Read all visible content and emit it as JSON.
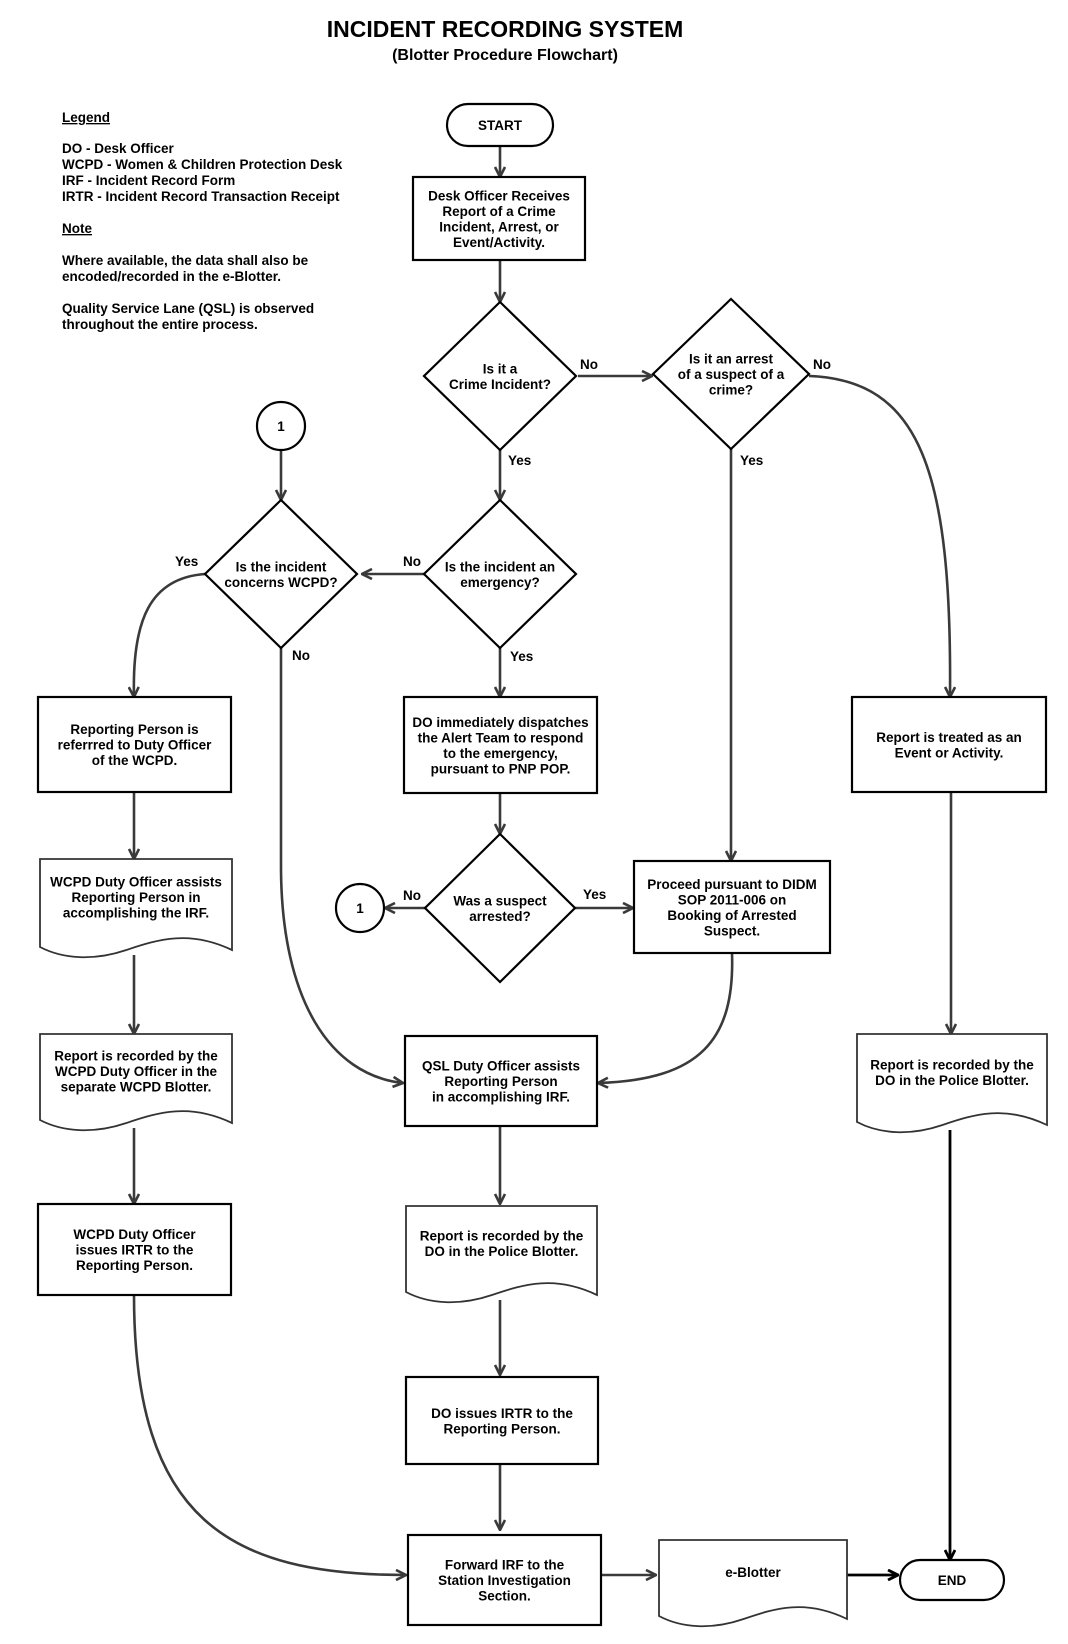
{
  "header": {
    "title": "INCIDENT RECORDING SYSTEM",
    "subtitle": "(Blotter Procedure Flowchart)"
  },
  "legend": {
    "heading": "Legend",
    "items": [
      "DO - Desk Officer",
      "WCPD - Women & Children Protection Desk",
      "IRF - Incident Record Form",
      "IRTR - Incident Record Transaction Receipt"
    ],
    "note_heading": "Note",
    "notes": [
      [
        "Where available, the data shall also be",
        "encoded/recorded in the e-Blotter."
      ],
      [
        "Quality Service Lane (QSL) is observed",
        "throughout the entire process."
      ]
    ]
  },
  "nodes": {
    "start": {
      "type": "terminal",
      "lines": [
        "START"
      ]
    },
    "receive": {
      "type": "process",
      "lines": [
        "Desk Officer Receives",
        "Report of a Crime",
        "Incident, Arrest, or",
        "Event/Activity."
      ]
    },
    "is_crime": {
      "type": "decision",
      "lines": [
        "Is it a",
        "Crime Incident?"
      ]
    },
    "is_arrest": {
      "type": "decision",
      "lines": [
        "Is it an arrest",
        "of a suspect of a",
        "crime?"
      ]
    },
    "is_emergency": {
      "type": "decision",
      "lines": [
        "Is the incident an",
        "emergency?"
      ]
    },
    "is_wcpd": {
      "type": "decision",
      "lines": [
        "Is the incident",
        "concerns WCPD?"
      ]
    },
    "connector_top": {
      "type": "connector",
      "lines": [
        "1"
      ]
    },
    "connector_mid": {
      "type": "connector",
      "lines": [
        "1"
      ]
    },
    "referred": {
      "type": "process",
      "lines": [
        "Reporting Person is",
        "referrred to Duty Officer",
        "of the WCPD."
      ]
    },
    "dispatch": {
      "type": "process",
      "lines": [
        "DO immediately dispatches",
        "the Alert Team to respond",
        "to the emergency,",
        "pursuant to PNP POP."
      ]
    },
    "event": {
      "type": "process",
      "lines": [
        "Report is treated as an",
        "Event or Activity."
      ]
    },
    "wcpd_assist": {
      "type": "document",
      "lines": [
        "WCPD Duty Officer assists",
        "Reporting Person in",
        "accomplishing the IRF."
      ]
    },
    "suspect_arrested": {
      "type": "decision",
      "lines": [
        "Was a suspect",
        "arrested?"
      ]
    },
    "didm": {
      "type": "process",
      "lines": [
        "Proceed pursuant to DIDM",
        "SOP 2011-006 on",
        "Booking of Arrested",
        "Suspect."
      ]
    },
    "wcpd_blotter": {
      "type": "document",
      "lines": [
        "Report is recorded by the",
        "WCPD Duty Officer in the",
        "separate WCPD Blotter."
      ]
    },
    "qsl_assist": {
      "type": "process",
      "lines": [
        "QSL Duty Officer assists",
        "Reporting Person",
        "in accomplishing IRF."
      ]
    },
    "event_blotter": {
      "type": "document",
      "lines": [
        "Report is recorded by the",
        "DO in the Police Blotter."
      ]
    },
    "wcpd_irtr": {
      "type": "process",
      "lines": [
        "WCPD Duty Officer",
        "issues IRTR to the",
        "Reporting Person."
      ]
    },
    "police_blotter": {
      "type": "document",
      "lines": [
        "Report is recorded by the",
        "DO in the Police Blotter."
      ]
    },
    "do_irtr": {
      "type": "process",
      "lines": [
        "DO issues IRTR to the",
        "Reporting Person."
      ]
    },
    "forward": {
      "type": "process",
      "lines": [
        "Forward IRF to the",
        "Station Investigation",
        "Section."
      ]
    },
    "eblotter": {
      "type": "document",
      "lines": [
        "e-Blotter"
      ]
    },
    "end": {
      "type": "terminal",
      "lines": [
        "END"
      ]
    }
  },
  "edge_labels": {
    "crime_no": "No",
    "crime_yes": "Yes",
    "arrest_no": "No",
    "arrest_yes": "Yes",
    "emergency_no": "No",
    "emergency_yes": "Yes",
    "wcpd_yes": "Yes",
    "wcpd_no": "No",
    "suspect_no": "No",
    "suspect_yes": "Yes"
  }
}
